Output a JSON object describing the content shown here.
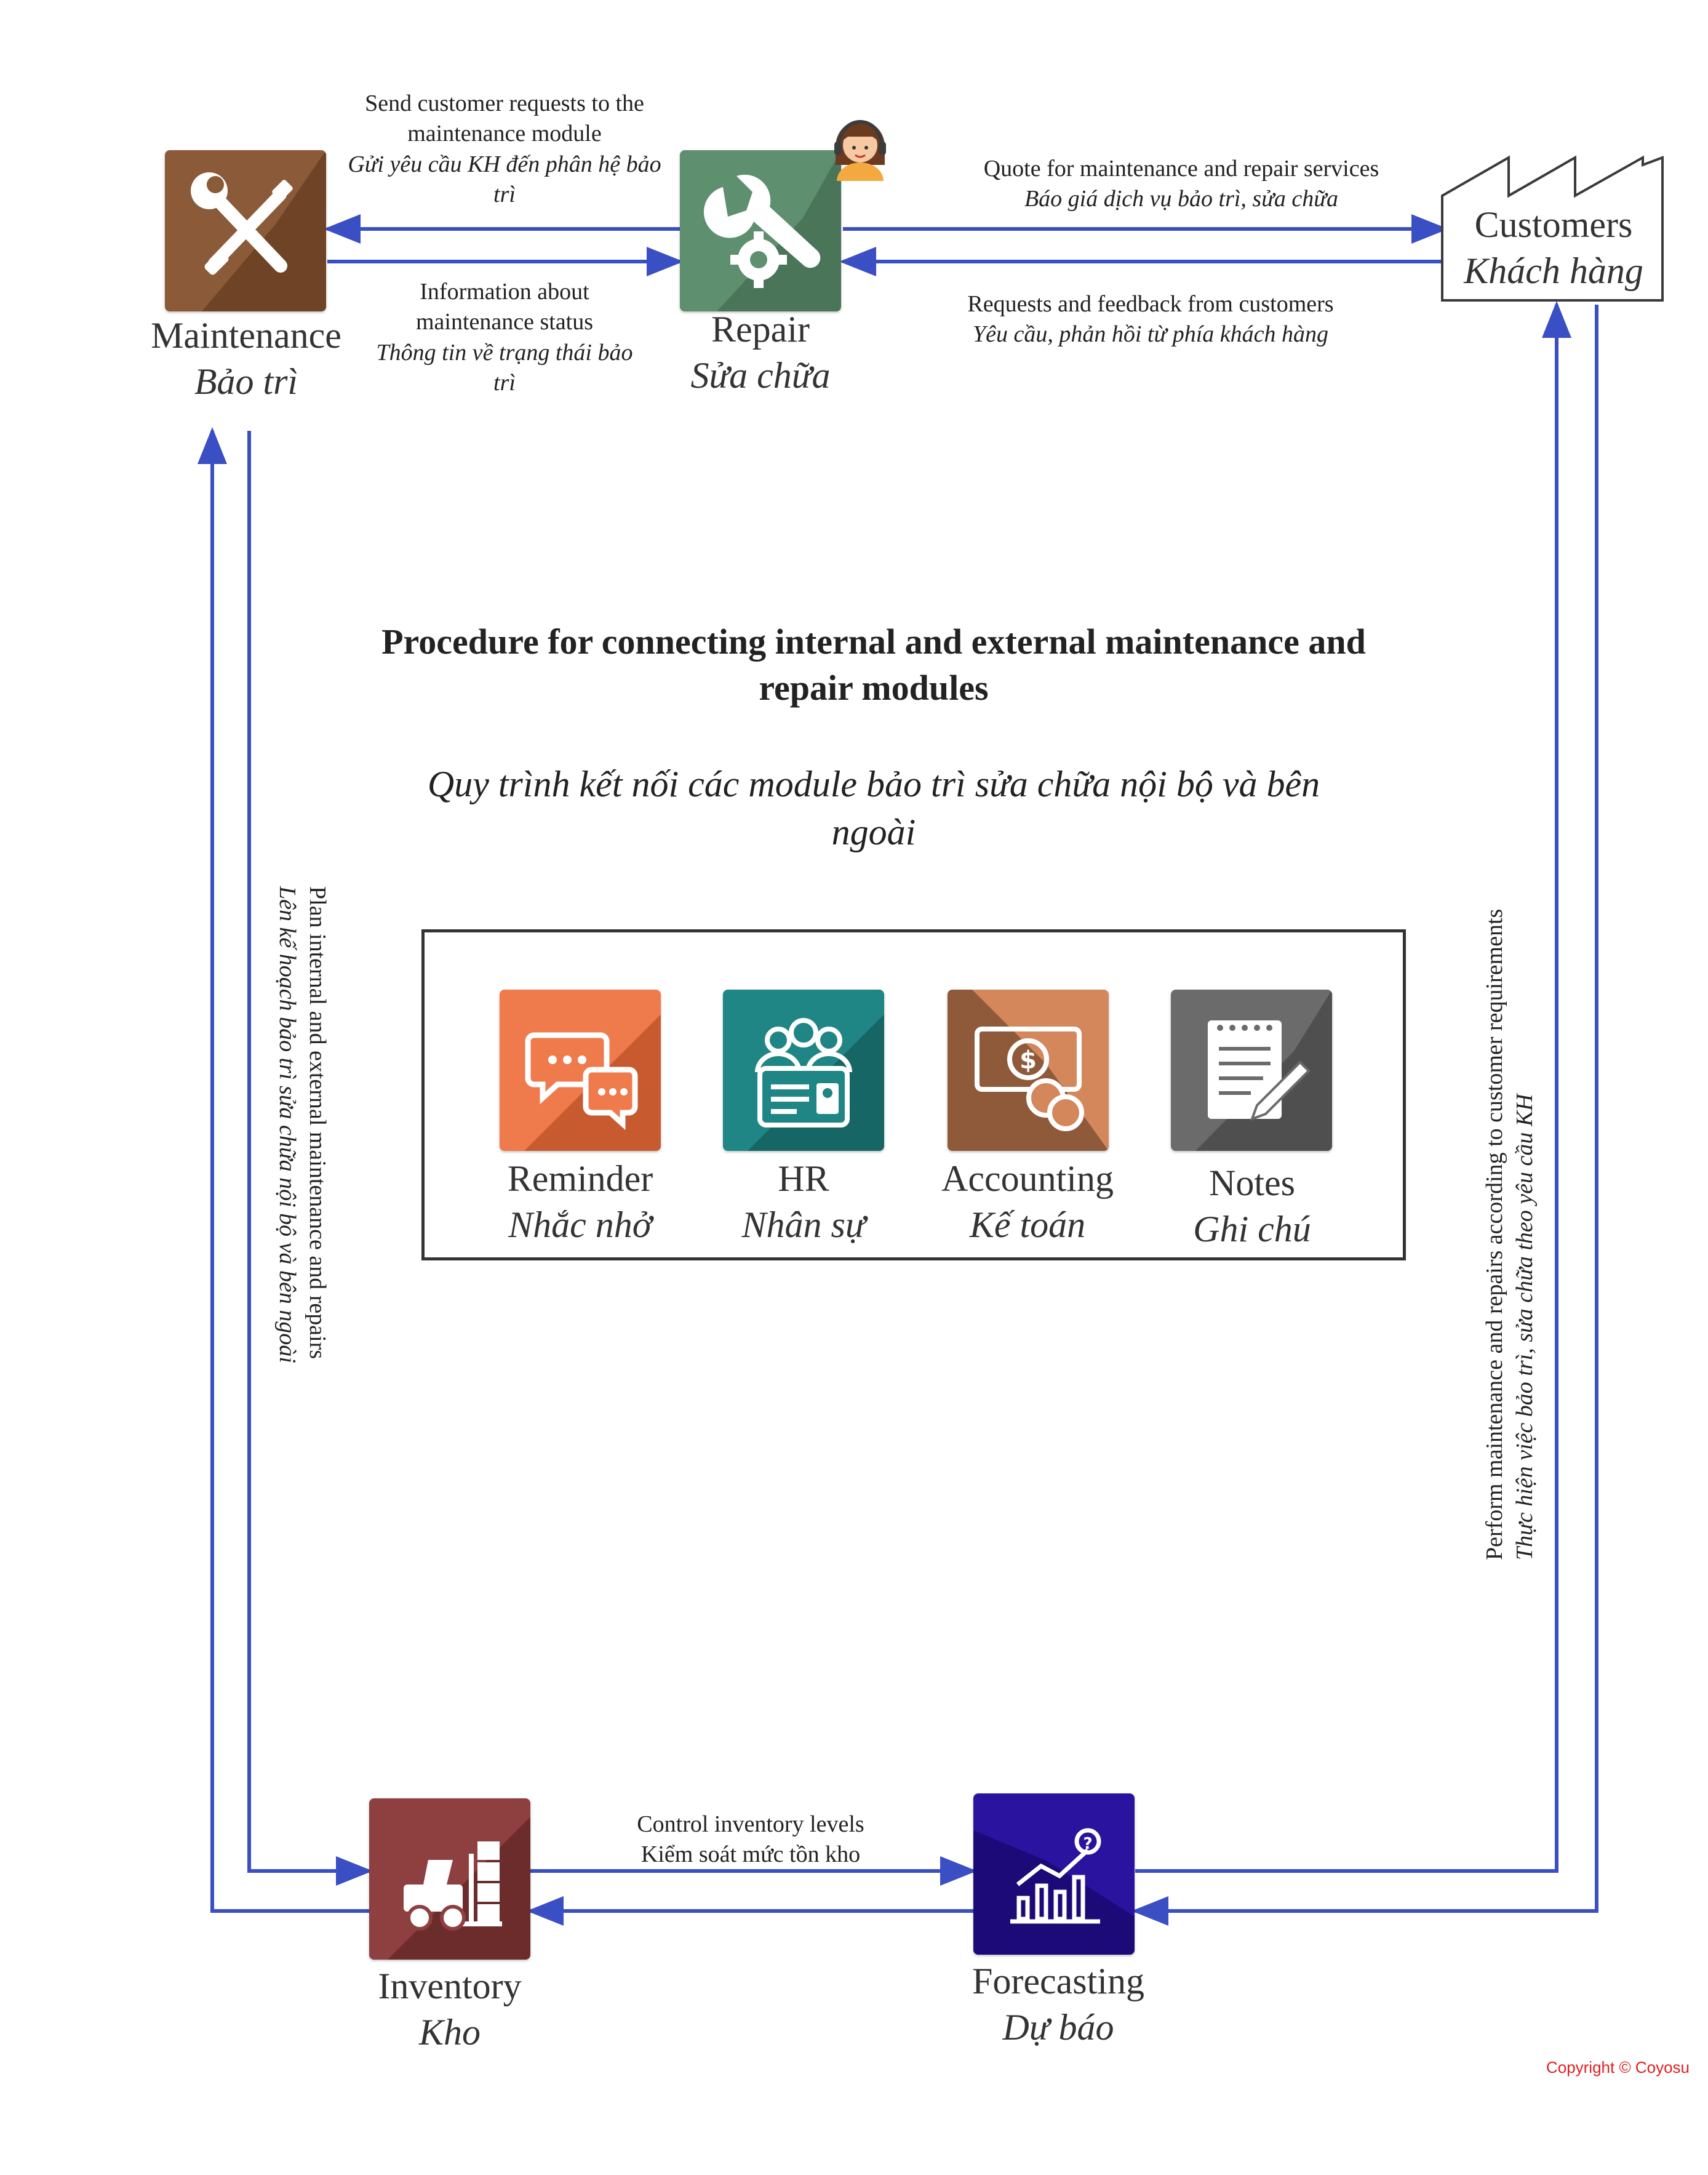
{
  "colors": {
    "arrow": "#3b4fc4",
    "maintenance": "#8b5a38",
    "repair": "#5e8f6e",
    "reminder": "#ef7a4c",
    "hr": "#1f8585",
    "accounting": "#d4875a",
    "notes": "#6b6b6b",
    "inventory": "#8e3f3f",
    "forecasting": "#2a139e",
    "copyright": "#e02020"
  },
  "title": {
    "en": "Procedure for connecting internal and external maintenance and repair modules",
    "vi": "Quy trình kết nối các module bảo trì sửa chữa nội bộ và bên ngoài"
  },
  "nodes": {
    "maintenance": {
      "en": "Maintenance",
      "vi": "Bảo trì",
      "icon": "tools-icon"
    },
    "repair": {
      "en": "Repair",
      "vi": "Sửa chữa",
      "icon": "wrench-gear-icon",
      "badge": "support-agent-icon"
    },
    "customers": {
      "en": "Customers",
      "vi": "Khách hàng",
      "icon": "factory-outline-icon"
    },
    "inventory": {
      "en": "Inventory",
      "vi": "Kho",
      "icon": "forklift-icon"
    },
    "forecasting": {
      "en": "Forecasting",
      "vi": "Dự báo",
      "icon": "trend-chart-icon"
    }
  },
  "modules": [
    {
      "en": "Reminder",
      "vi": "Nhắc nhở",
      "icon": "chat-bubbles-icon"
    },
    {
      "en": "HR",
      "vi": "Nhân sự",
      "icon": "team-id-card-icon"
    },
    {
      "en": "Accounting",
      "vi": "Kế toán",
      "icon": "money-coins-icon"
    },
    {
      "en": "Notes",
      "vi": "Ghi chú",
      "icon": "notepad-pen-icon"
    }
  ],
  "edges": {
    "repair_to_maintenance": {
      "en": "Send customer requests to the maintenance module",
      "vi": "Gửi yêu cầu KH đến phân hệ bảo trì"
    },
    "maintenance_to_repair": {
      "en": "Information about maintenance status",
      "vi": "Thông tin về trạng thái bảo trì"
    },
    "repair_to_customers": {
      "en": "Quote for maintenance and repair services",
      "vi": "Báo giá dịch vụ bảo trì, sửa chữa"
    },
    "customers_to_repair": {
      "en": "Requests and feedback from customers",
      "vi": "Yêu cầu, phản hồi từ phía khách hàng"
    },
    "maintenance_inventory": {
      "en": "Plan internal and external maintenance and repairs",
      "vi": "Lên kế hoạch bảo trì sửa chữa nội bộ và bên ngoài"
    },
    "forecasting_customers": {
      "en": "Perform maintenance and repairs according to customer requirements",
      "vi": "Thực hiện việc bảo trì, sửa chữa theo yêu cầu KH"
    },
    "inventory_forecasting": {
      "en": "Control inventory levels",
      "vi": "Kiểm soát mức tồn kho"
    }
  },
  "copyright": "Copyright © Coyosu"
}
